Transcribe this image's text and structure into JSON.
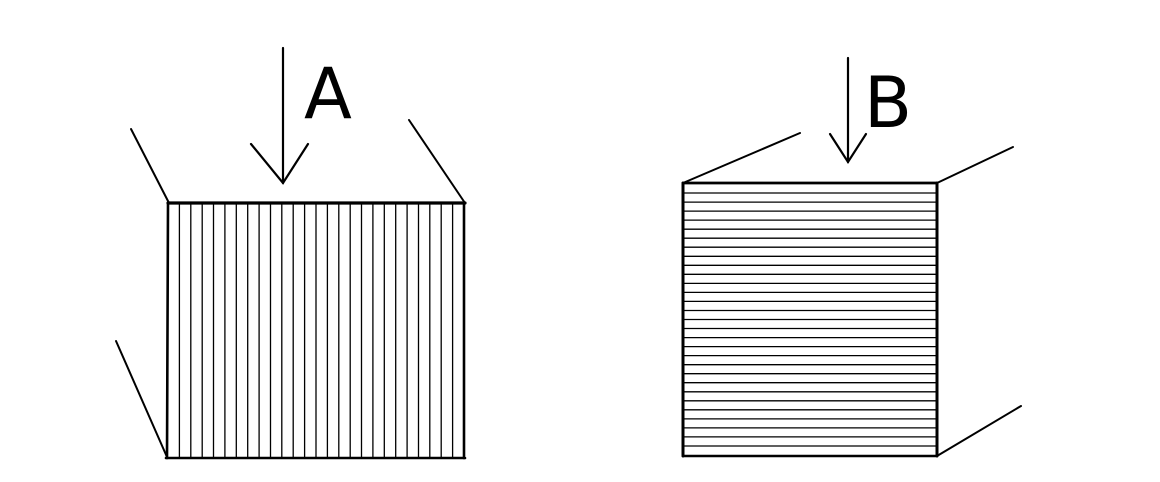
{
  "labels": {
    "left_block": "A",
    "right_block": "B"
  },
  "colors": {
    "ink": "#000000",
    "background": "#ffffff"
  },
  "blocks": {
    "left": {
      "stripe_direction": "vertical",
      "stripe_count": 26
    },
    "right": {
      "stripe_direction": "horizontal",
      "stripe_count": 30
    }
  }
}
